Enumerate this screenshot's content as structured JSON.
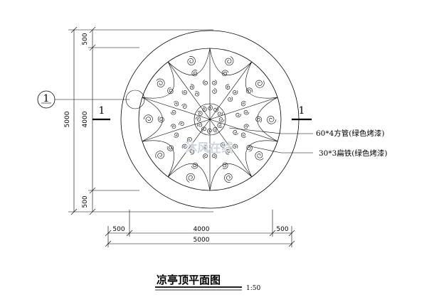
{
  "drawing": {
    "title": "凉亭顶平面图",
    "scale": "1:50",
    "watermark": "沐风在线",
    "section_mark": "1",
    "axis_label": "1",
    "annotations": [
      "60*4方管(绿色烤漆)",
      "30*3扁铁(绿色烤漆)"
    ],
    "dimensions": {
      "left_top": "500",
      "left_inner": "4000",
      "left_total": "5000",
      "left_bottom": "500",
      "bottom_left": "500",
      "bottom_inner": "4000",
      "bottom_total": "5000",
      "bottom_right": "500"
    }
  }
}
